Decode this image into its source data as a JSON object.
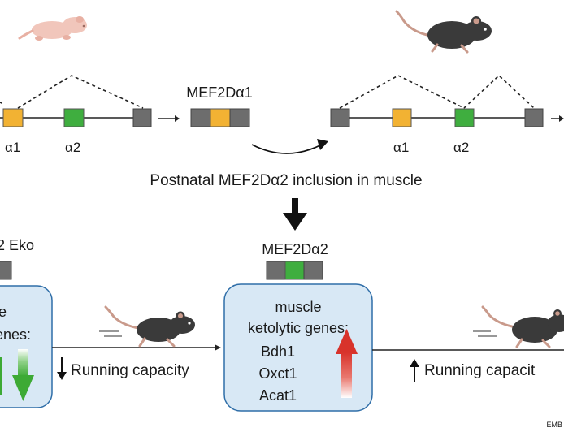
{
  "top": {
    "center_isoform": "MEF2Dα1",
    "left_exon_labels": [
      "α1",
      "α2"
    ],
    "right_exon_labels": [
      "α1",
      "α2"
    ],
    "caption": "Postnatal MEF2Dα2 inclusion in muscle"
  },
  "bottom": {
    "left_label": "2 Eko",
    "center_isoform": "MEF2Dα2",
    "left_box_lines": [
      "e",
      "enes:"
    ],
    "center_box_lines": [
      "muscle",
      "ketolytic genes:",
      "Bdh1",
      "Oxct1",
      "Acat1"
    ],
    "left_running": "Running capacity",
    "right_running": "Running capacit"
  },
  "credit": "EMB",
  "colors": {
    "exon_gray": "#6d6d6d",
    "exon_orange": "#f2b233",
    "exon_green": "#3fae3f",
    "box_fill": "#d8e8f5",
    "box_stroke": "#2f6ea8",
    "up_arrow": "#d8332b",
    "down_arrow": "#3daa35",
    "mouse": "#3a3a3a",
    "pup": "#f1c6bb"
  }
}
